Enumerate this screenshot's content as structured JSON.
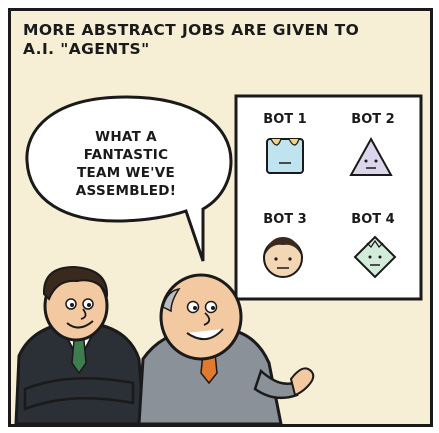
{
  "caption": {
    "line1": "MORE ABSTRACT JOBS ARE GIVEN TO",
    "line2": "A.I. \"AGENTS\""
  },
  "speech_bubble": {
    "line1": "WHAT A",
    "line2": "FANTASTIC",
    "line3": "TEAM WE'VE",
    "line4": "ASSEMBLED!"
  },
  "board": {
    "bots": [
      {
        "label": "BOT 1",
        "shape": "square-face-icon",
        "color": "#bfe3ef"
      },
      {
        "label": "BOT 2",
        "shape": "triangle-face-icon",
        "color": "#dcd6ec"
      },
      {
        "label": "BOT 3",
        "shape": "round-face-icon",
        "color": "#f3d6b4"
      },
      {
        "label": "BOT 4",
        "shape": "diamond-face-icon",
        "color": "#d3ecd9"
      }
    ]
  },
  "colors": {
    "panel_bg": "#f6efd6",
    "outline": "#1a1a1a",
    "suit_left": "#2b2f36",
    "suit_right": "#8a9198",
    "skin": "#f2c9a0",
    "tie_left": "#3f7d4f",
    "tie_right": "#e07a2c"
  }
}
